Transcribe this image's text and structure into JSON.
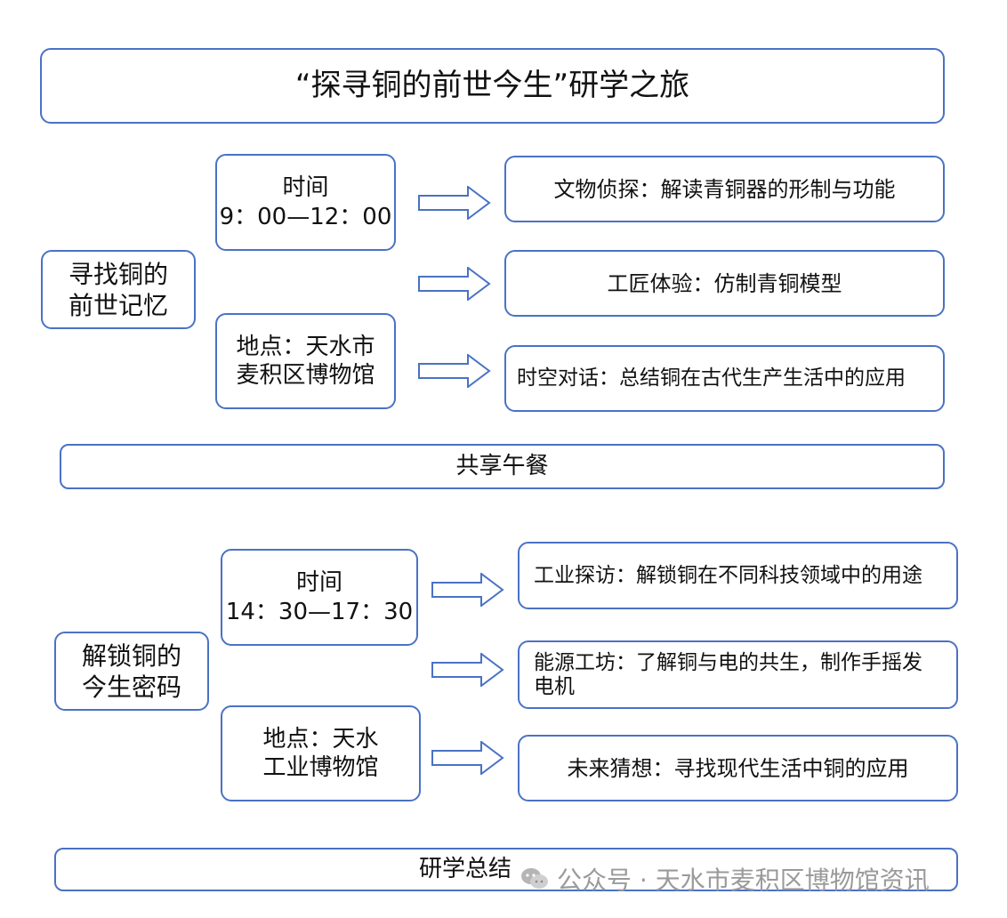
{
  "title": "“探寻铜的前世今生”研学之旅",
  "morning": {
    "theme_line1": "寻找铜的",
    "theme_line2": "前世记忆",
    "time_label": "时间",
    "time_value": "9：00—12：00",
    "place_line1": "地点：天水市",
    "place_line2": "麦积区博物馆",
    "activities": [
      "文物侦探：解读青铜器的形制与功能",
      "工匠体验：仿制青铜模型",
      "时空对话：总结铜在古代生产生活中的应用"
    ]
  },
  "lunch": "共享午餐",
  "afternoon": {
    "theme_line1": "解锁铜的",
    "theme_line2": "今生密码",
    "time_label": "时间",
    "time_value": "14：30—17：30",
    "place_line1": "地点：天水",
    "place_line2": "工业博物馆",
    "activities": [
      "工业探访：解锁铜在不同科技领域中的用途",
      "能源工坊：了解铜与电的共生，制作手摇发",
      "电机",
      "未来猜想：寻找现代生活中铜的应用"
    ]
  },
  "summary": "研学总结",
  "watermark": "公众号 · 天水市麦积区博物馆资讯",
  "colors": {
    "border": "#4a72c4",
    "text": "#111111",
    "watermark": "#9a9a9a"
  },
  "icons": {
    "arrow": "hollow-right-arrow-icon",
    "watermark_logo": "wechat-icon"
  }
}
